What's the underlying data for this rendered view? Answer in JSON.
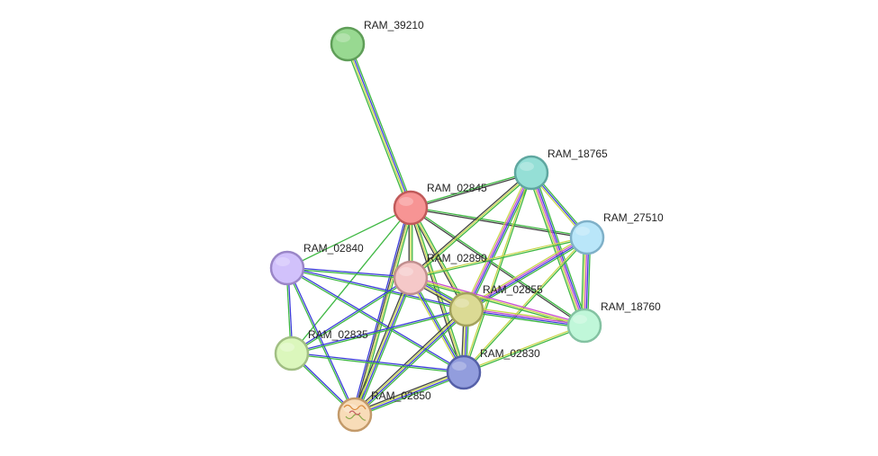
{
  "nodes": [
    {
      "id": "RAM_39210",
      "label": "RAM_39210",
      "color": "#98d991",
      "stroke": "#5f9e58"
    },
    {
      "id": "RAM_02845",
      "label": "RAM_02845",
      "color": "#f79494",
      "stroke": "#c05a5a"
    },
    {
      "id": "RAM_18765",
      "label": "RAM_18765",
      "color": "#95dfd6",
      "stroke": "#5fa7a0"
    },
    {
      "id": "RAM_27510",
      "label": "RAM_27510",
      "color": "#b9e6f9",
      "stroke": "#7fb0c8"
    },
    {
      "id": "RAM_02840",
      "label": "RAM_02840",
      "color": "#d1c1fb",
      "stroke": "#9a86c7"
    },
    {
      "id": "RAM_02890",
      "label": "RAM_02890",
      "color": "#f5c8c8",
      "stroke": "#c08f8f"
    },
    {
      "id": "RAM_02855",
      "label": "RAM_02855",
      "color": "#dbda94",
      "stroke": "#a3a25c"
    },
    {
      "id": "RAM_18760",
      "label": "RAM_18760",
      "color": "#c0f7d9",
      "stroke": "#84c2a2"
    },
    {
      "id": "RAM_02835",
      "label": "RAM_02835",
      "color": "#dbf7bc",
      "stroke": "#a1bf83"
    },
    {
      "id": "RAM_02830",
      "label": "RAM_02830",
      "color": "#929ddd",
      "stroke": "#5560a8"
    },
    {
      "id": "RAM_02850",
      "label": "RAM_02850",
      "color": "#f8dcb8",
      "stroke": "#c39a6a"
    }
  ],
  "edges": [
    {
      "source": "RAM_39210",
      "target": "RAM_02845",
      "colors": [
        "#3fb843",
        "#3d3ddb",
        "#c8d64b",
        "#3fb843"
      ]
    },
    {
      "source": "RAM_02845",
      "target": "RAM_18765",
      "colors": [
        "#3fb843",
        "#444444"
      ]
    },
    {
      "source": "RAM_02845",
      "target": "RAM_27510",
      "colors": [
        "#3fb843",
        "#444444"
      ]
    },
    {
      "source": "RAM_02845",
      "target": "RAM_18760",
      "colors": [
        "#3fb843",
        "#444444"
      ]
    },
    {
      "source": "RAM_02845",
      "target": "RAM_02840",
      "colors": [
        "#3fb843"
      ]
    },
    {
      "source": "RAM_02845",
      "target": "RAM_02890",
      "colors": [
        "#3fb843",
        "#c8d64b",
        "#444444"
      ]
    },
    {
      "source": "RAM_02845",
      "target": "RAM_02855",
      "colors": [
        "#3fb843",
        "#c8d64b",
        "#444444"
      ]
    },
    {
      "source": "RAM_02845",
      "target": "RAM_02835",
      "colors": [
        "#3fb843"
      ]
    },
    {
      "source": "RAM_02845",
      "target": "RAM_02830",
      "colors": [
        "#3fb843",
        "#c8d64b",
        "#444444"
      ]
    },
    {
      "source": "RAM_02845",
      "target": "RAM_02850",
      "colors": [
        "#3fb843",
        "#c8d64b",
        "#444444",
        "#3d3ddb"
      ]
    },
    {
      "source": "RAM_18765",
      "target": "RAM_27510",
      "colors": [
        "#3fb843",
        "#3d3ddb",
        "#c8d64b"
      ]
    },
    {
      "source": "RAM_18765",
      "target": "RAM_18760",
      "colors": [
        "#3fb843",
        "#3d3ddb",
        "#c94fd1",
        "#c8d64b",
        "#3fb843"
      ]
    },
    {
      "source": "RAM_18765",
      "target": "RAM_02890",
      "colors": [
        "#3fb843",
        "#c8d64b",
        "#444444"
      ]
    },
    {
      "source": "RAM_18765",
      "target": "RAM_02855",
      "colors": [
        "#3fb843",
        "#3d3ddb",
        "#c94fd1",
        "#c8d64b"
      ]
    },
    {
      "source": "RAM_18765",
      "target": "RAM_02830",
      "colors": [
        "#3fb843",
        "#c8d64b"
      ]
    },
    {
      "source": "RAM_27510",
      "target": "RAM_18760",
      "colors": [
        "#3fb843",
        "#3d3ddb",
        "#c94fd1",
        "#c8d64b",
        "#3fb843"
      ]
    },
    {
      "source": "RAM_27510",
      "target": "RAM_02890",
      "colors": [
        "#3fb843",
        "#c8d64b"
      ]
    },
    {
      "source": "RAM_27510",
      "target": "RAM_02855",
      "colors": [
        "#3fb843",
        "#3d3ddb",
        "#c94fd1",
        "#c8d64b"
      ]
    },
    {
      "source": "RAM_27510",
      "target": "RAM_02830",
      "colors": [
        "#3fb843",
        "#c8d64b"
      ]
    },
    {
      "source": "RAM_18760",
      "target": "RAM_02890",
      "colors": [
        "#3fb843",
        "#c8d64b",
        "#c94fd1"
      ]
    },
    {
      "source": "RAM_18760",
      "target": "RAM_02855",
      "colors": [
        "#3fb843",
        "#3d3ddb",
        "#c94fd1",
        "#c8d64b"
      ]
    },
    {
      "source": "RAM_18760",
      "target": "RAM_02830",
      "colors": [
        "#3fb843",
        "#c8d64b"
      ]
    },
    {
      "source": "RAM_02840",
      "target": "RAM_02890",
      "colors": [
        "#3d3ddb",
        "#3fb843"
      ]
    },
    {
      "source": "RAM_02840",
      "target": "RAM_02855",
      "colors": [
        "#3d3ddb",
        "#3fb843"
      ]
    },
    {
      "source": "RAM_02840",
      "target": "RAM_02835",
      "colors": [
        "#3d3ddb",
        "#3fb843"
      ]
    },
    {
      "source": "RAM_02840",
      "target": "RAM_02830",
      "colors": [
        "#3d3ddb",
        "#3fb843"
      ]
    },
    {
      "source": "RAM_02840",
      "target": "RAM_02850",
      "colors": [
        "#3d3ddb",
        "#3fb843"
      ]
    },
    {
      "source": "RAM_02890",
      "target": "RAM_02855",
      "colors": [
        "#3fb843",
        "#3d3ddb",
        "#c8d64b",
        "#444444"
      ]
    },
    {
      "source": "RAM_02890",
      "target": "RAM_02835",
      "colors": [
        "#3fb843",
        "#3d3ddb"
      ]
    },
    {
      "source": "RAM_02890",
      "target": "RAM_02830",
      "colors": [
        "#3fb843",
        "#3d3ddb",
        "#c8d64b"
      ]
    },
    {
      "source": "RAM_02890",
      "target": "RAM_02850",
      "colors": [
        "#3fb843",
        "#3d3ddb",
        "#c8d64b",
        "#444444"
      ]
    },
    {
      "source": "RAM_02855",
      "target": "RAM_02835",
      "colors": [
        "#3fb843",
        "#3d3ddb"
      ]
    },
    {
      "source": "RAM_02855",
      "target": "RAM_02830",
      "colors": [
        "#3fb843",
        "#3d3ddb",
        "#c8d64b",
        "#444444"
      ]
    },
    {
      "source": "RAM_02855",
      "target": "RAM_02850",
      "colors": [
        "#3fb843",
        "#3d3ddb",
        "#c8d64b",
        "#444444"
      ]
    },
    {
      "source": "RAM_02835",
      "target": "RAM_02830",
      "colors": [
        "#3d3ddb",
        "#3fb843"
      ]
    },
    {
      "source": "RAM_02835",
      "target": "RAM_02850",
      "colors": [
        "#3d3ddb",
        "#3fb843"
      ]
    },
    {
      "source": "RAM_02830",
      "target": "RAM_02850",
      "colors": [
        "#3fb843",
        "#3d3ddb",
        "#c8d64b",
        "#444444"
      ]
    }
  ]
}
